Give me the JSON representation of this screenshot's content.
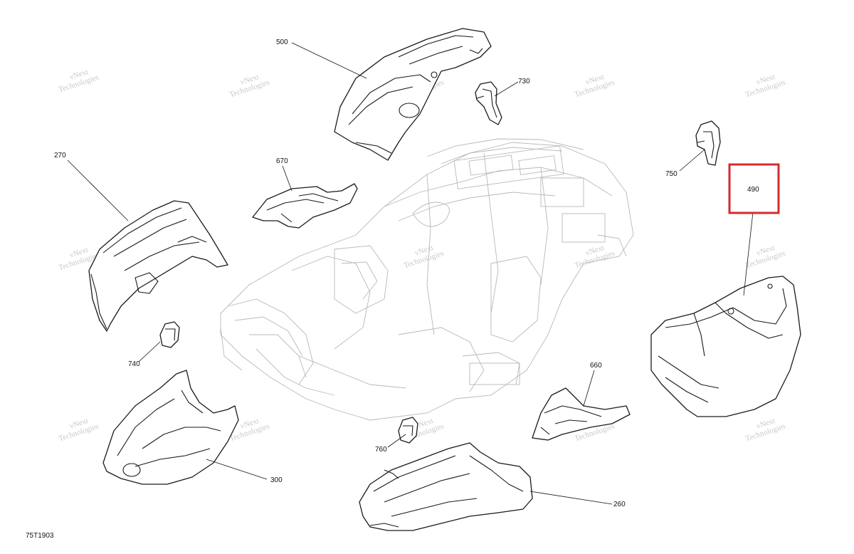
{
  "diagram": {
    "drawing_code": "75T1903",
    "watermark_text": [
      "vNext",
      "Technologies"
    ],
    "highlight_color": "#d62b2b",
    "callouts": [
      {
        "label": "500"
      },
      {
        "label": "730"
      },
      {
        "label": "270"
      },
      {
        "label": "670"
      },
      {
        "label": "750"
      },
      {
        "label": "490"
      },
      {
        "label": "740"
      },
      {
        "label": "660"
      },
      {
        "label": "300"
      },
      {
        "label": "760"
      },
      {
        "label": "260"
      }
    ],
    "highlighted_callout": "490"
  }
}
